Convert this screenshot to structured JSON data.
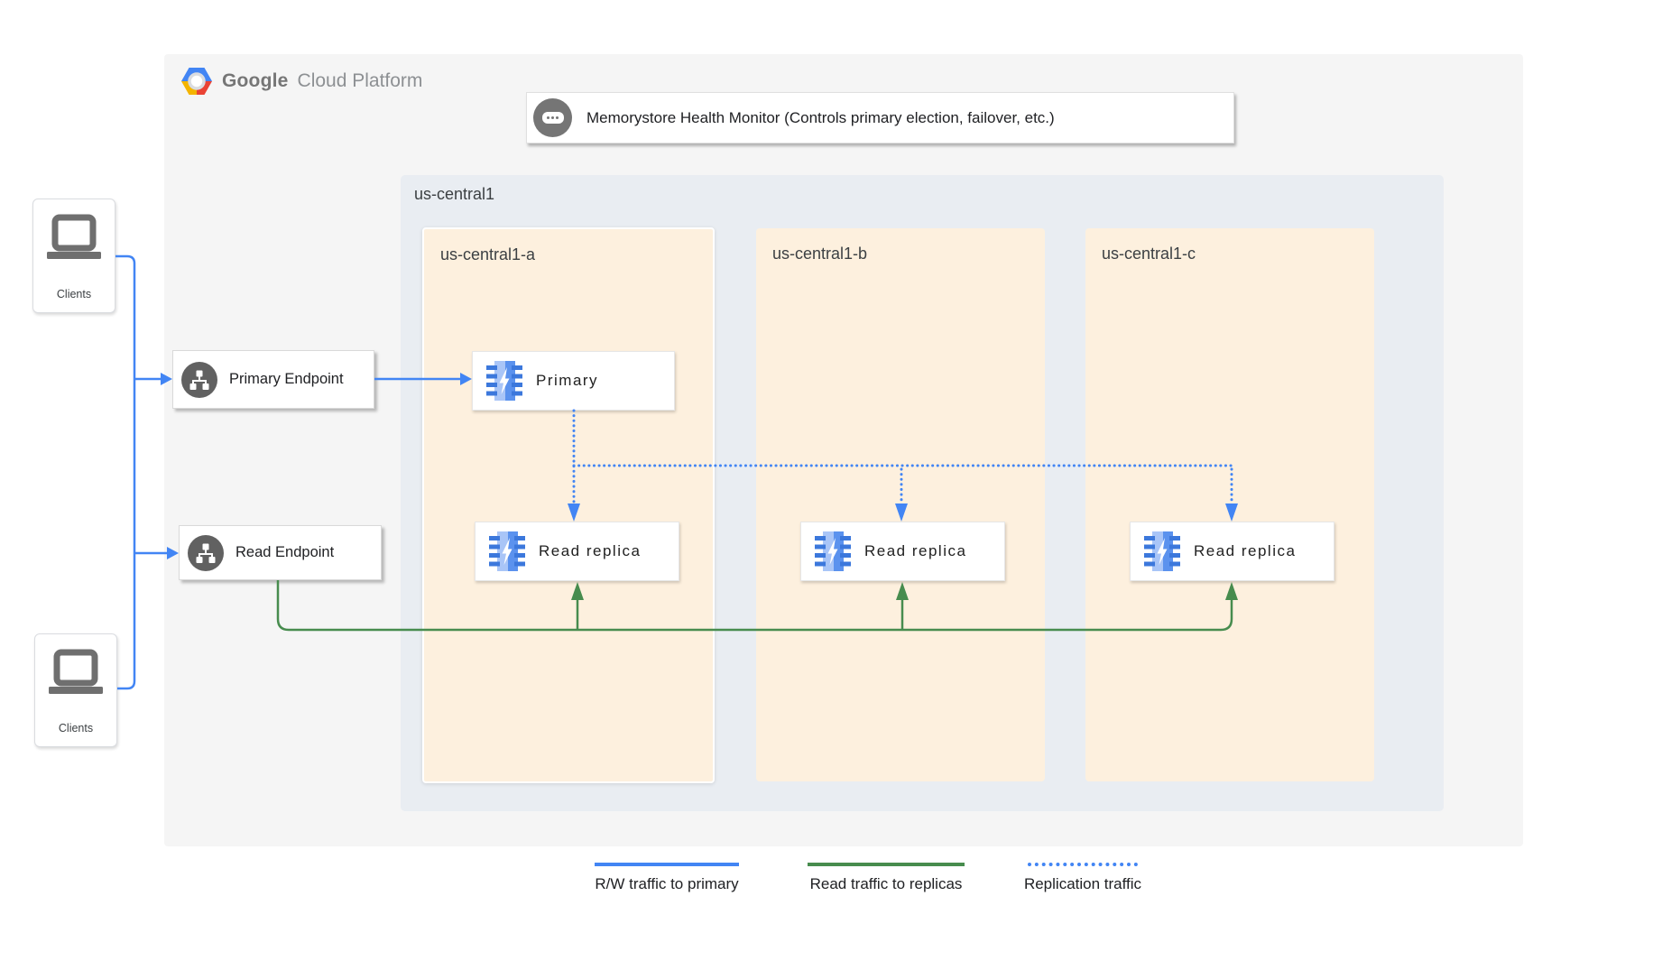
{
  "logo": {
    "brand": "Google",
    "product": "Cloud Platform",
    "icon": "gcp-hexagon-icon"
  },
  "health_monitor": {
    "label": "Memorystore Health Monitor (Controls primary election, failover, etc.)",
    "icon": "chat-ellipsis-icon"
  },
  "region": {
    "label": "us-central1"
  },
  "zones": [
    {
      "label": "us-central1-a"
    },
    {
      "label": "us-central1-b"
    },
    {
      "label": "us-central1-c"
    }
  ],
  "nodes": {
    "primary": "Primary",
    "replicas": [
      "Read replica",
      "Read replica",
      "Read replica"
    ],
    "icon": "memorystore-icon"
  },
  "endpoints": {
    "primary": "Primary Endpoint",
    "read": "Read Endpoint",
    "icon": "network-hub-icon"
  },
  "clients": [
    "Clients",
    "Clients"
  ],
  "client_icon": "laptop-icon",
  "legend": [
    {
      "label": "R/W traffic to primary",
      "style": "solid",
      "color": "#4285f4"
    },
    {
      "label": "Read traffic to replicas",
      "style": "solid",
      "color": "#478c4e"
    },
    {
      "label": "Replication traffic",
      "style": "dotted",
      "color": "#4285f4"
    }
  ],
  "colors": {
    "blue": "#4285f4",
    "green": "#478c4e",
    "zone_bg": "#fdf0de",
    "region_bg": "#e9edf2",
    "panel_bg": "#f5f5f5",
    "icon_gray": "#616161"
  }
}
